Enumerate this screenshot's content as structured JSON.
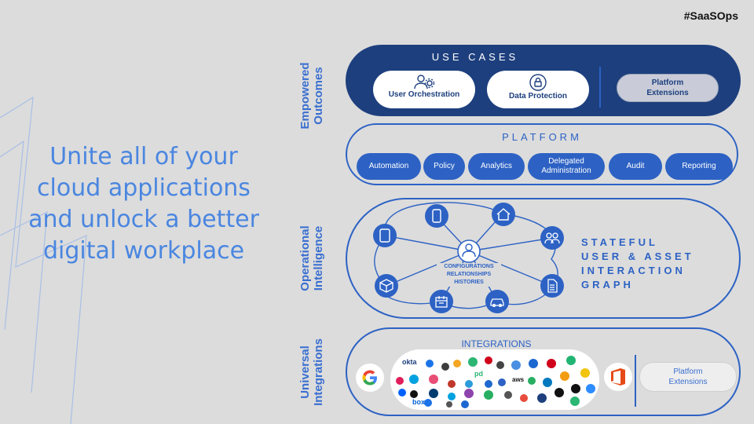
{
  "hashtag": "#SaaSOps",
  "headline": [
    "Unite all of your",
    "cloud applications",
    "and unlock a better",
    "digital workplace"
  ],
  "side_labels": {
    "top": "Empowered\nOutcomes",
    "middle": "Operational\nIntelligence",
    "bottom": "Universal\nIntegrations"
  },
  "use_cases": {
    "title": "USE CASES",
    "cards": [
      {
        "label": "User Orchestration",
        "icon": "users-gear-icon"
      },
      {
        "label": "Data Protection",
        "icon": "shield-lock-icon"
      }
    ],
    "extension": "Platform\nExtensions"
  },
  "platform": {
    "title": "PLATFORM",
    "items": [
      "Automation",
      "Policy",
      "Analytics",
      "Delegated\nAdministration",
      "Audit",
      "Reporting"
    ]
  },
  "graph": {
    "title": [
      "STATEFUL",
      "USER & ASSET",
      "INTERACTION",
      "GRAPH"
    ],
    "center": [
      "CONFIGURATIONS",
      "RELATIONSHIPS",
      "HISTORIES"
    ],
    "nodes": [
      "phone-icon",
      "home-icon",
      "users-icon",
      "document-icon",
      "car-icon",
      "calendar-icon",
      "box-icon",
      "tablet-icon"
    ]
  },
  "integrations": {
    "title": "INTEGRATIONS",
    "logo_text": [
      "okta",
      "pd",
      "aws",
      "box"
    ],
    "extension": "Platform\nExtensions"
  },
  "colors": {
    "background": "#dcdcdc",
    "navy": "#1d3f7e",
    "blue": "#2d62c4",
    "headline": "#4a86e0"
  }
}
